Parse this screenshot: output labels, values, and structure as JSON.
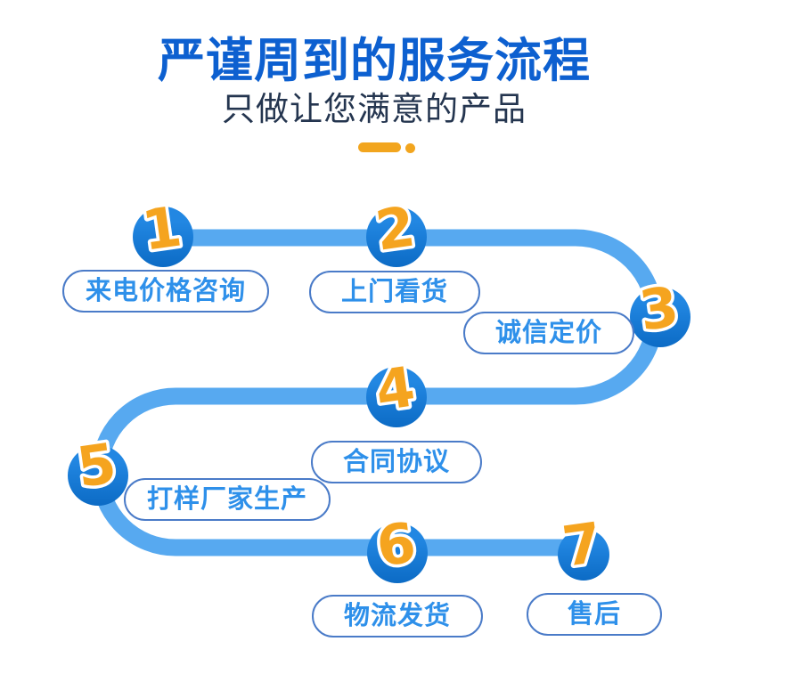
{
  "header": {
    "title": "严谨周到的服务流程",
    "subtitle": "只做让您满意的产品"
  },
  "steps": [
    {
      "number": "1",
      "label": "来电价格咨询"
    },
    {
      "number": "2",
      "label": "上门看货"
    },
    {
      "number": "3",
      "label": "诚信定价"
    },
    {
      "number": "4",
      "label": "合同协议"
    },
    {
      "number": "5",
      "label": "打样厂家生产"
    },
    {
      "number": "6",
      "label": "物流发货"
    },
    {
      "number": "7",
      "label": "售后"
    }
  ],
  "colors": {
    "title_blue": "#0D60D0",
    "subtitle_navy": "#24354F",
    "path_light_blue": "#57A9F0",
    "circle_blue_top": "#2287E2",
    "circle_blue_bottom": "#0C6BC5",
    "number_orange": "#F5A41F",
    "pill_border_blue": "#4A7BC8",
    "pill_text_blue": "#2E90EA",
    "divider_orange": "#F2A51E"
  }
}
